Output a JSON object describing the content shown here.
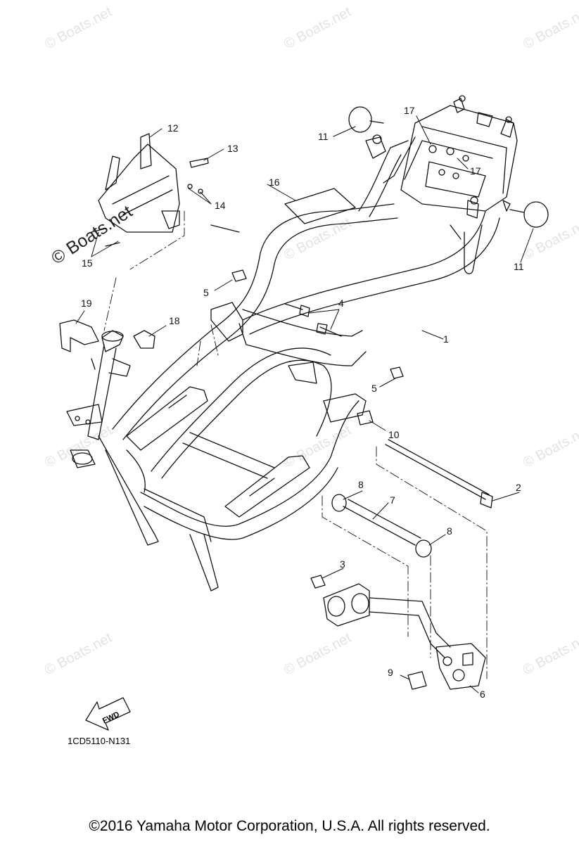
{
  "watermark": {
    "text": "© Boats.net"
  },
  "callouts": [
    {
      "id": "c1",
      "label": "1"
    },
    {
      "id": "c2",
      "label": "2"
    },
    {
      "id": "c3",
      "label": "3"
    },
    {
      "id": "c4",
      "label": "4"
    },
    {
      "id": "c5a",
      "label": "5"
    },
    {
      "id": "c5b",
      "label": "5"
    },
    {
      "id": "c6",
      "label": "6"
    },
    {
      "id": "c7",
      "label": "7"
    },
    {
      "id": "c8a",
      "label": "8"
    },
    {
      "id": "c8b",
      "label": "8"
    },
    {
      "id": "c9",
      "label": "9"
    },
    {
      "id": "c10",
      "label": "10"
    },
    {
      "id": "c11a",
      "label": "11"
    },
    {
      "id": "c11b",
      "label": "11"
    },
    {
      "id": "c12",
      "label": "12"
    },
    {
      "id": "c13",
      "label": "13"
    },
    {
      "id": "c14",
      "label": "14"
    },
    {
      "id": "c15",
      "label": "15"
    },
    {
      "id": "c16",
      "label": "16"
    },
    {
      "id": "c17a",
      "label": "17"
    },
    {
      "id": "c17b",
      "label": "17"
    },
    {
      "id": "c18",
      "label": "18"
    },
    {
      "id": "c19",
      "label": "19"
    }
  ],
  "fwd_label": "FWD",
  "diagram_code": "1CD5110-N131",
  "copyright": "©2016 Yamaha Motor Corporation, U.S.A. All rights reserved."
}
